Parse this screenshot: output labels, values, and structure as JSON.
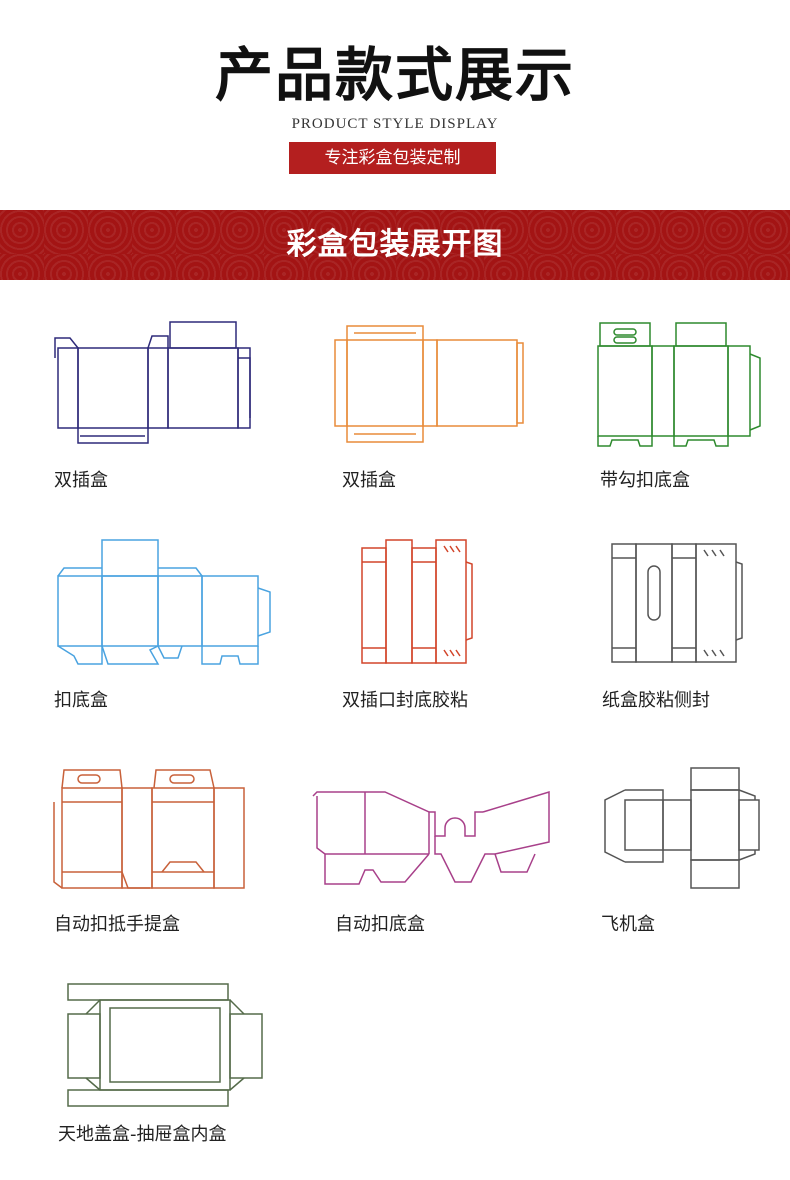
{
  "header": {
    "title": "产品款式展示",
    "subtitle": "PRODUCT STYLE DISPLAY",
    "tagline": "专注彩盒包装定制"
  },
  "banner": {
    "title": "彩盒包装展开图"
  },
  "colors": {
    "accent": "#b41f1f",
    "banner": "#a31414"
  },
  "items": [
    {
      "label": "双插盒",
      "color": "#2e2a7a"
    },
    {
      "label": "双插盒",
      "color": "#e88b3a"
    },
    {
      "label": "带勾扣底盒",
      "color": "#2e8a2e"
    },
    {
      "label": "扣底盒",
      "color": "#4aa3e0"
    },
    {
      "label": "双插口封底胶粘",
      "color": "#d2452a"
    },
    {
      "label": "纸盒胶粘侧封",
      "color": "#555555"
    },
    {
      "label": "自动扣抵手提盒",
      "color": "#c8613a"
    },
    {
      "label": "自动扣底盒",
      "color": "#a8408a"
    },
    {
      "label": "飞机盒",
      "color": "#555555"
    },
    {
      "label": "天地盖盒-抽屉盒内盒",
      "color": "#556b4a"
    }
  ]
}
